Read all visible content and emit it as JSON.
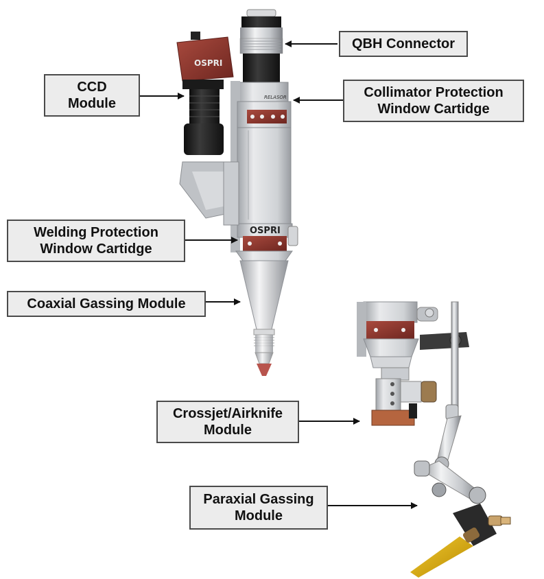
{
  "labels": {
    "qbh_connector": [
      "QBH Connector"
    ],
    "ccd_module": [
      "CCD",
      "Module"
    ],
    "collimator_cartridge": [
      "Collimator Protection",
      "Window Cartidge"
    ],
    "welding_cartridge": [
      "Welding Protection",
      "Window Cartidge"
    ],
    "coaxial_gassing": [
      "Coaxial Gassing Module"
    ],
    "crossjet_module": [
      "Crossjet/Airknife",
      "Module"
    ],
    "paraxial_gassing": [
      "Paraxial Gassing",
      "Module"
    ]
  },
  "product_marks": {
    "brand": "OSPRI",
    "sub_brand": "RELASOR"
  },
  "colors": {
    "label_fill": "#ececec",
    "label_border": "#4a4a4a",
    "accent_red": "#8e2a2a",
    "metal": "#c9ccd0",
    "dark": "#1f1f1f",
    "yellow_tube": "#e0b000",
    "copper": "#c77a55"
  }
}
